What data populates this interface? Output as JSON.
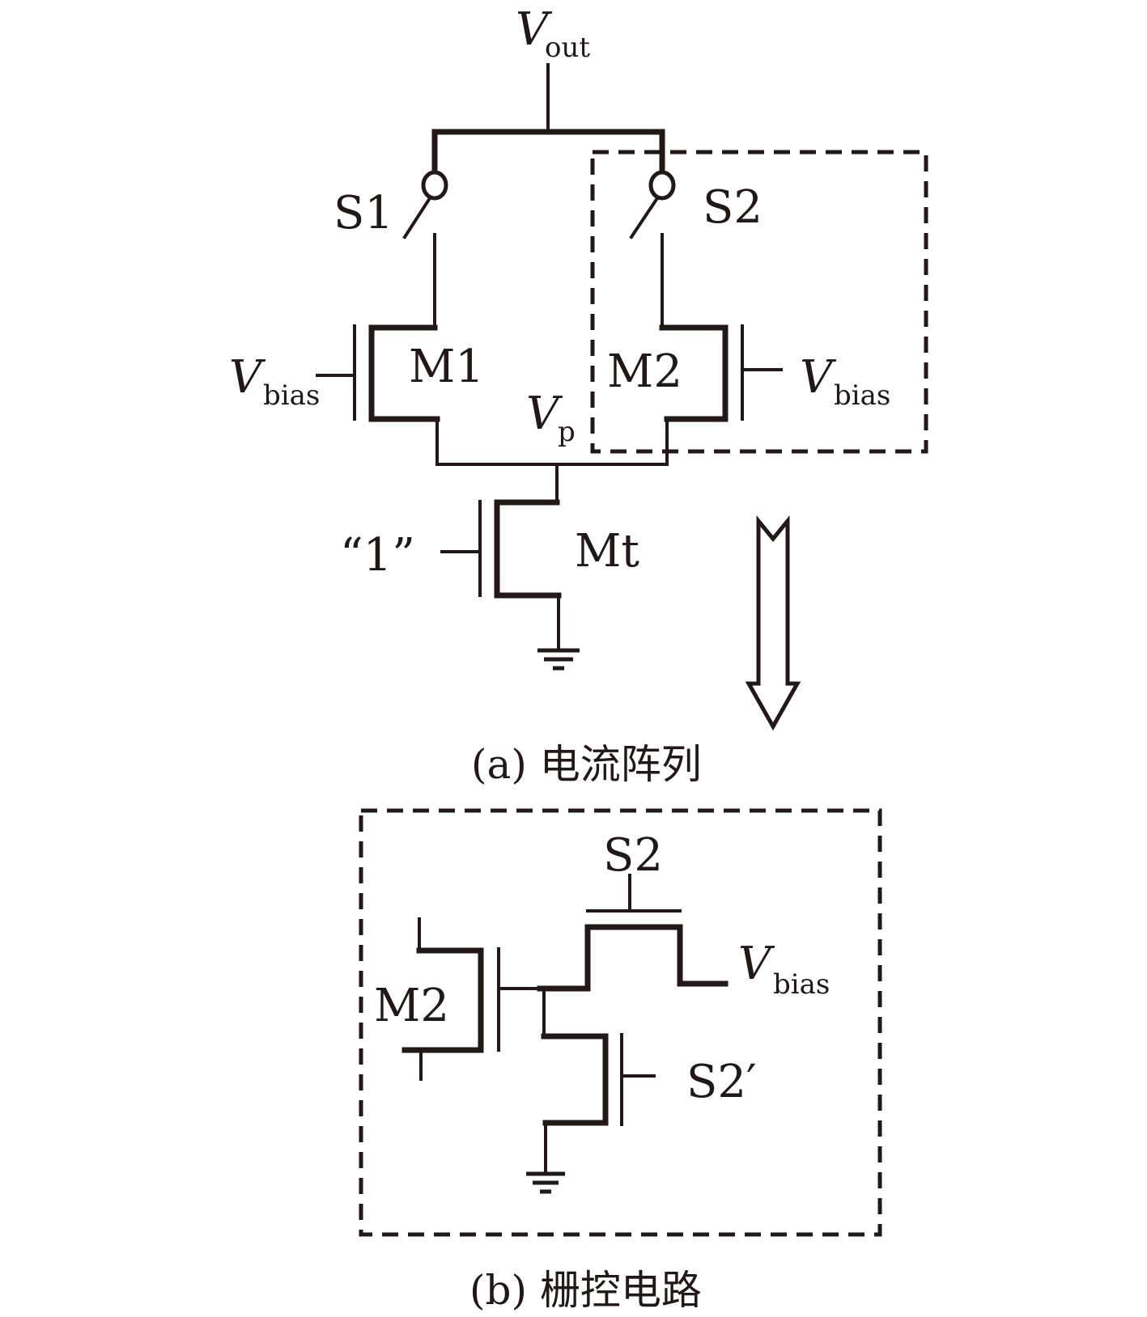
{
  "diagram_a": {
    "vout": {
      "main": "V",
      "sub": "out"
    },
    "s1": "S1",
    "s2": "S2",
    "m1": "M1",
    "m2": "M2",
    "vbias_left": {
      "main": "V",
      "sub": "bias"
    },
    "vbias_right": {
      "main": "V",
      "sub": "bias"
    },
    "vp": {
      "main": "V",
      "sub": "p"
    },
    "logic_one": "“1”",
    "mt": "Mt",
    "caption": "(a) 电流阵列"
  },
  "diagram_b": {
    "s2": "S2",
    "m2": "M2",
    "vbias": {
      "main": "V",
      "sub": "bias"
    },
    "s2_prime": "S2′",
    "caption": "(b) 栅控电路"
  },
  "colors": {
    "ink": "#231815",
    "background": "#ffffff"
  }
}
